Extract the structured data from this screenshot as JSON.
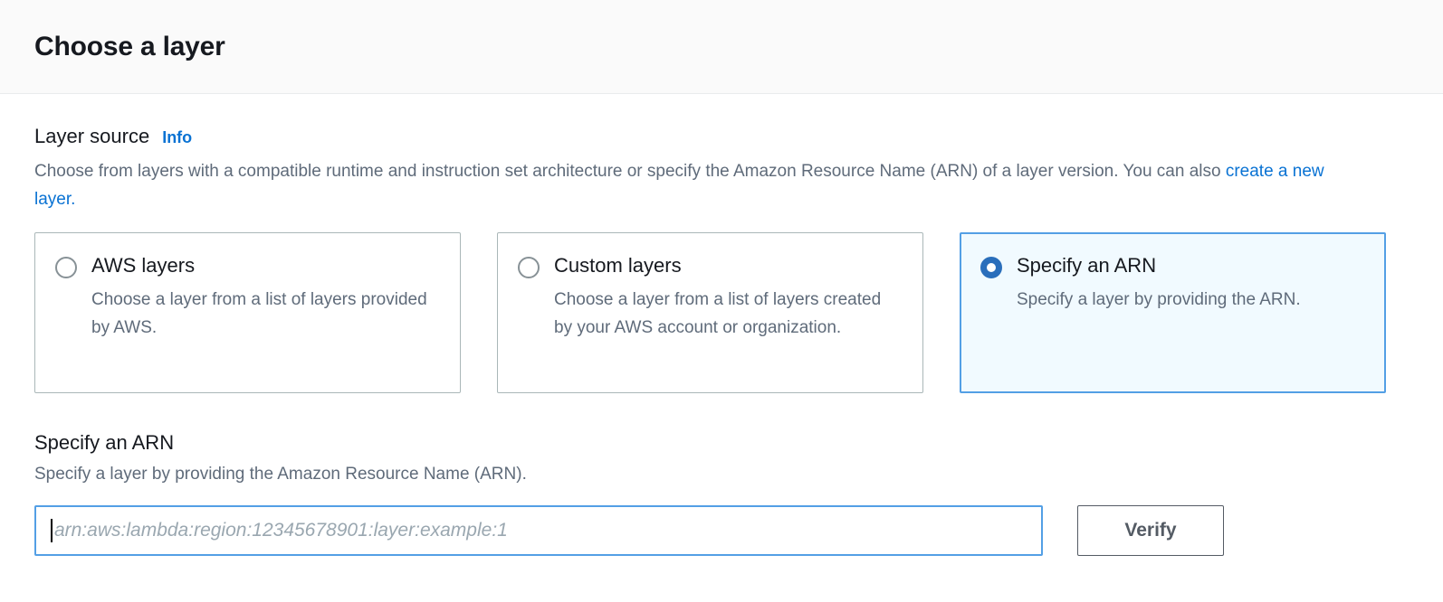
{
  "header": {
    "title": "Choose a layer"
  },
  "layer_source": {
    "label": "Layer source",
    "info_label": "Info",
    "description_part1": "Choose from layers with a compatible runtime and instruction set architecture or specify the Amazon Resource Name (ARN) of a layer version. You can also ",
    "description_link": "create a new layer",
    "description_part2": ".",
    "options": [
      {
        "title": "AWS layers",
        "description": "Choose a layer from a list of layers provided by AWS.",
        "selected": false
      },
      {
        "title": "Custom layers",
        "description": "Choose a layer from a list of layers created by your AWS account or organization.",
        "selected": false
      },
      {
        "title": "Specify an ARN",
        "description": "Specify a layer by providing the ARN.",
        "selected": true
      }
    ]
  },
  "arn_section": {
    "title": "Specify an ARN",
    "description": "Specify a layer by providing the Amazon Resource Name (ARN).",
    "input_value": "",
    "input_placeholder": "arn:aws:lambda:region:12345678901:layer:example:1",
    "verify_label": "Verify"
  },
  "colors": {
    "accent_blue": "#0972d3",
    "selected_border": "#539fe5",
    "selected_fill": "#f1faff",
    "radio_selected": "#2a6ebb",
    "radio_unselected": "#879196",
    "text_primary": "#16191f",
    "text_secondary": "#5f6b7a",
    "button_border": "#545b64",
    "tile_border": "#aab7b8",
    "header_bg": "#fafafa"
  }
}
